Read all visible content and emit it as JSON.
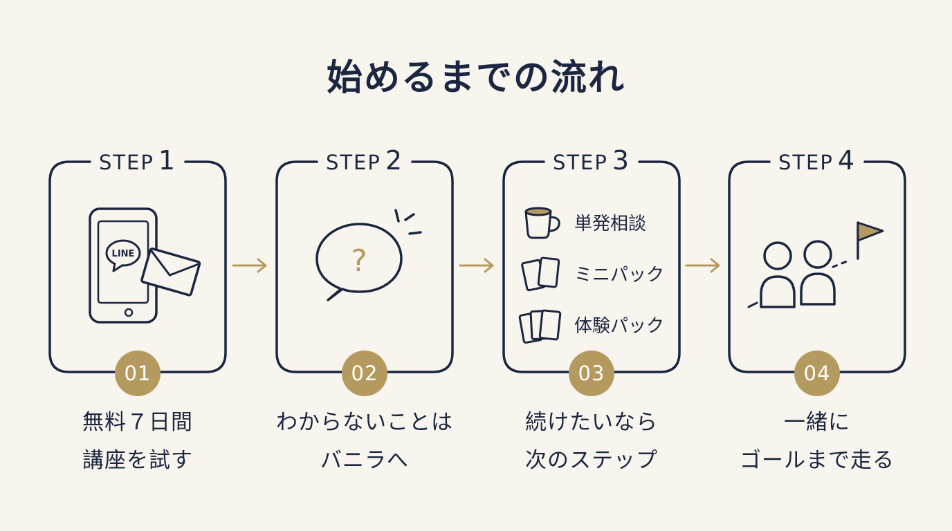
{
  "title": "始めるまでの流れ",
  "step_prefix": "STEP",
  "steps": [
    {
      "number": "1",
      "badge": "01",
      "icon_label": "LINE",
      "icons": [
        "smartphone-icon",
        "line-bubble-icon",
        "envelope-icon"
      ],
      "caption": [
        "無料７日間",
        "講座を試す"
      ]
    },
    {
      "number": "2",
      "badge": "02",
      "icon_label": "?",
      "icons": [
        "question-speech-bubble-icon"
      ],
      "caption": [
        "わからないことは",
        "バニラへ"
      ]
    },
    {
      "number": "3",
      "badge": "03",
      "options": [
        {
          "icon": "coffee-cup-icon",
          "label": "単発相談"
        },
        {
          "icon": "two-cards-icon",
          "label": "ミニパック"
        },
        {
          "icon": "card-stack-icon",
          "label": "体験パック"
        }
      ],
      "caption": [
        "続けたいなら",
        "次のステップ"
      ]
    },
    {
      "number": "4",
      "badge": "04",
      "icons": [
        "two-people-icon",
        "goal-flag-icon"
      ],
      "caption": [
        "一緒に",
        "ゴールまで走る"
      ]
    }
  ],
  "colors": {
    "background": "#f8f5ee",
    "ink": "#1b2640",
    "accent": "#b59a5f"
  }
}
